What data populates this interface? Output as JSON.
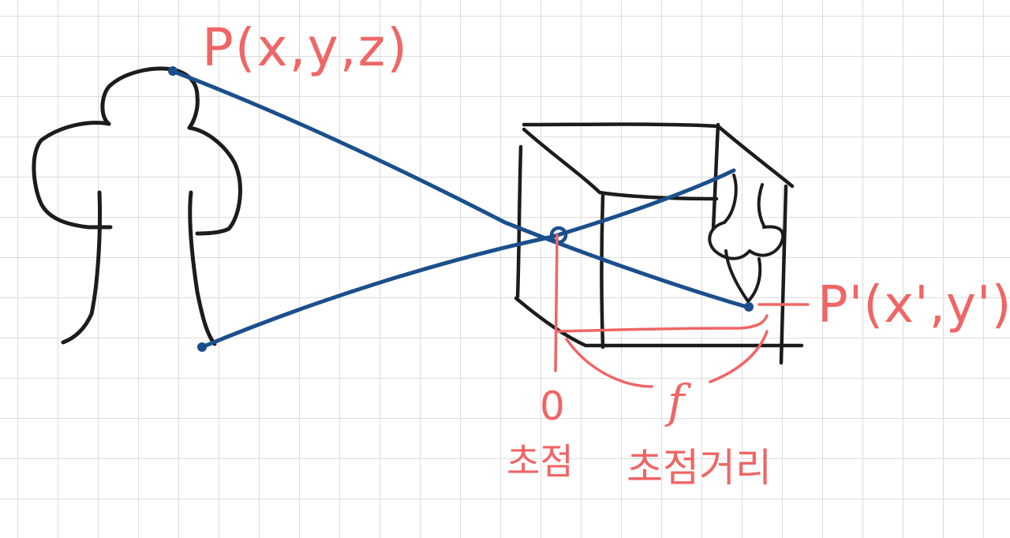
{
  "labels": {
    "object_point": "P(x,y,z)",
    "image_point": "P'(x',y')",
    "origin": "0",
    "focal_length_symbol": "f",
    "focal_point": "초점",
    "focal_length": "초점거리"
  },
  "colors": {
    "background": "#ffffff",
    "grid": "#dcdcdc",
    "sketch_ink": "#1c1c1c",
    "ray_ink": "#1b4f8c",
    "annotation_ink": "#f06565"
  }
}
